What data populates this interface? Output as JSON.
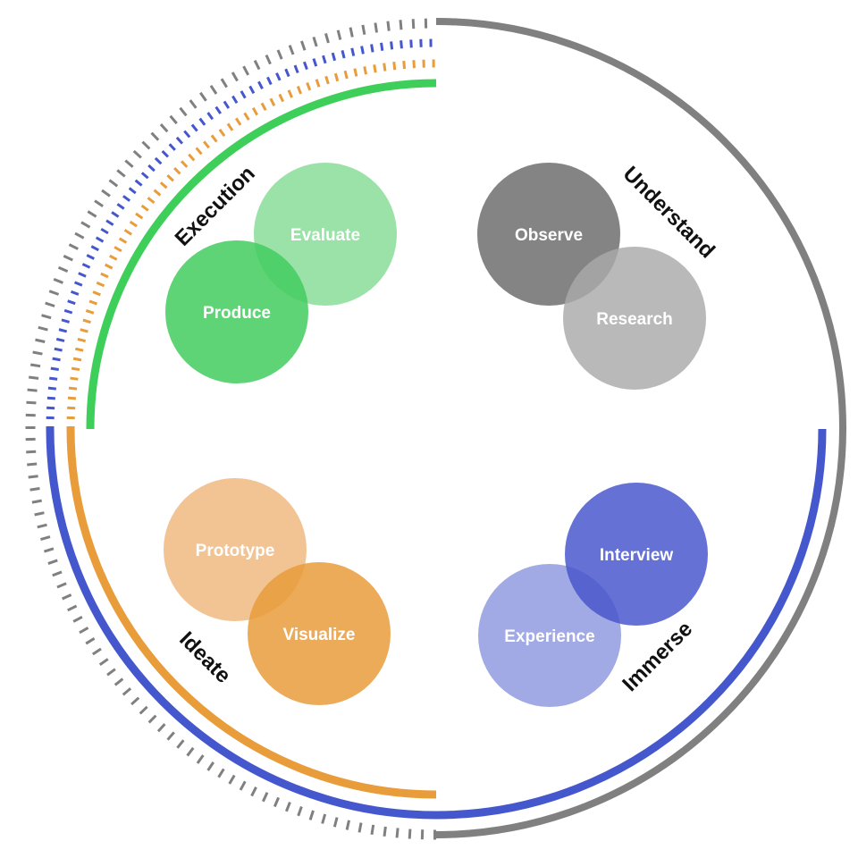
{
  "colors": {
    "gray": "#808080",
    "blue": "#4457cc",
    "orange": "#e89c3a",
    "green": "#3ecf5a"
  },
  "phases": {
    "understand": {
      "label": "Understand",
      "circles": {
        "observe": "Observe",
        "research": "Research"
      },
      "colors": {
        "observe": "#7a7a7a",
        "research": "#a9a9a9"
      }
    },
    "immerse": {
      "label": "Immerse",
      "circles": {
        "interview": "Interview",
        "experience": "Experience"
      },
      "colors": {
        "interview": "#4a58cc",
        "experience": "#919bdf"
      }
    },
    "ideate": {
      "label": "Ideate",
      "circles": {
        "prototype": "Prototype",
        "visualize": "Visualize"
      },
      "colors": {
        "prototype": "#f1c08d",
        "visualize": "#e99c3c"
      }
    },
    "execution": {
      "label": "Execution",
      "circles": {
        "evaluate": "Evaluate",
        "produce": "Produce"
      },
      "colors": {
        "evaluate": "#8fdf9f",
        "produce": "#43cc5f"
      }
    }
  }
}
